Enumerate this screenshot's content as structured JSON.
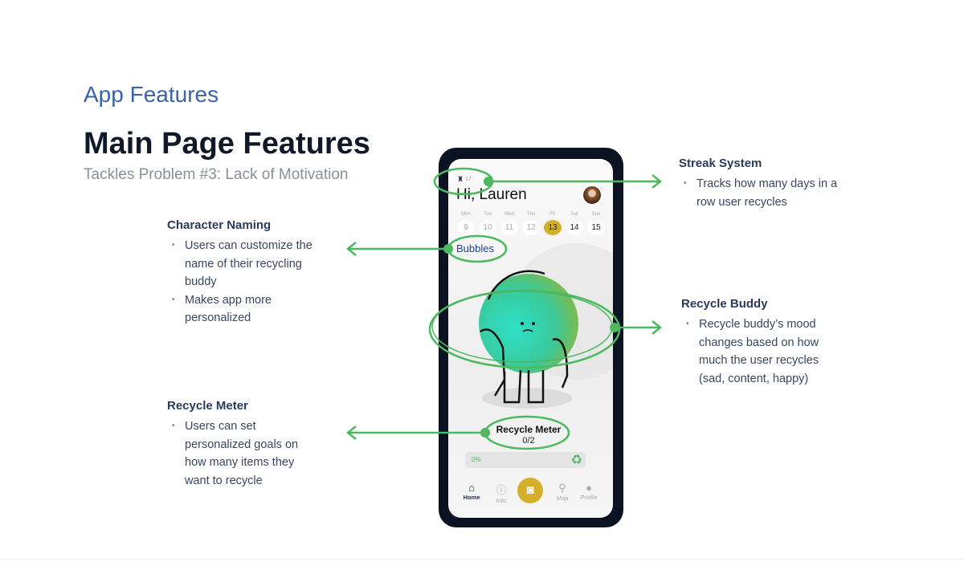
{
  "slide": {
    "kicker": "App Features",
    "title": "Main Page Features",
    "subtitle": "Tackles Problem #3: Lack of Motivation"
  },
  "annotations": {
    "streak": {
      "title": "Streak System",
      "bullets": [
        "Tracks how many days in a row user recycles"
      ]
    },
    "naming": {
      "title": "Character Naming",
      "bullets": [
        "Users can customize the name of their recycling buddy",
        "Makes app more personalized"
      ]
    },
    "buddy": {
      "title": "Recycle Buddy",
      "bullets": [
        "Recycle buddy’s mood changes based on how much the user recycles (sad, content, happy)"
      ]
    },
    "meter": {
      "title": "Recycle Meter",
      "bullets": [
        "Users can set personalized goals on how many items they want to recycle"
      ]
    }
  },
  "colors": {
    "accent": "#4cb860",
    "kicker": "#3a63a8",
    "gold": "#d4b02a",
    "phone": "#0b1222"
  },
  "app": {
    "streak_icon": "trophy-icon",
    "streak_count": "17",
    "greeting": "Hi, Lauren",
    "days": [
      {
        "label": "Mon",
        "num": "9"
      },
      {
        "label": "Tue",
        "num": "10"
      },
      {
        "label": "Wed",
        "num": "11"
      },
      {
        "label": "Thu",
        "num": "12"
      },
      {
        "label": "Fri",
        "num": "13"
      },
      {
        "label": "Sat",
        "num": "14"
      },
      {
        "label": "Sun",
        "num": "15"
      }
    ],
    "selected_day": "13",
    "buddy_name": "Bubbles",
    "meter_title": "Recycle Meter",
    "meter_count": "0/2",
    "meter_percent": "0%",
    "meter_progress": 0,
    "nav": [
      {
        "label": "Home",
        "icon": "home-icon"
      },
      {
        "label": "Info",
        "icon": "info-icon"
      },
      {
        "label": "",
        "icon": "camera-icon"
      },
      {
        "label": "Map",
        "icon": "map-pin-icon"
      },
      {
        "label": "Profile",
        "icon": "profile-icon"
      }
    ]
  }
}
